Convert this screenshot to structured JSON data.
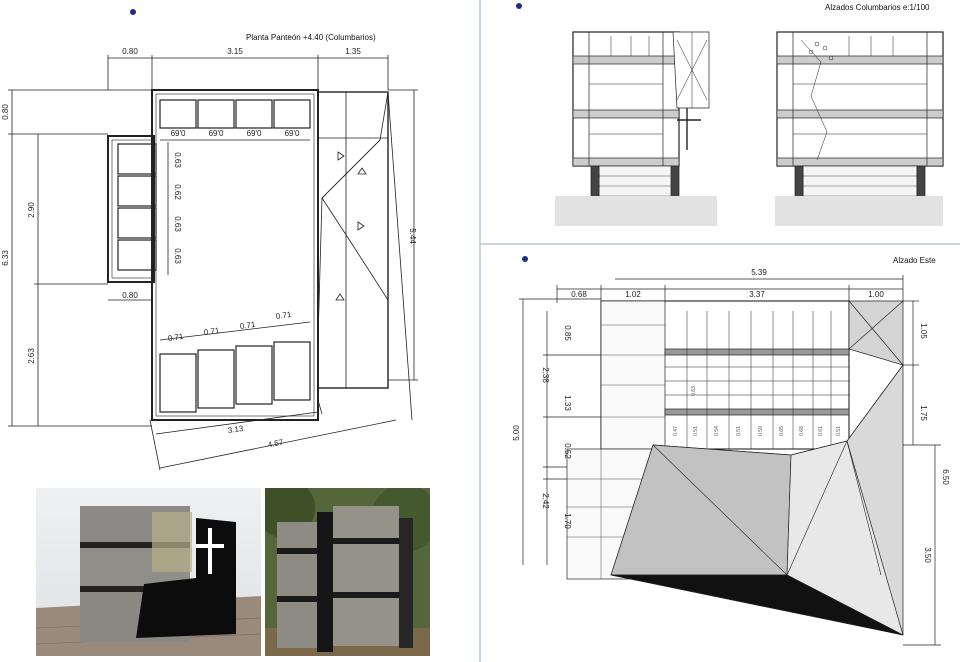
{
  "plan": {
    "title": "Planta Panteón +4.40 (Columbarios)",
    "top_dims": [
      "0.80",
      "3.15",
      "1.35"
    ],
    "left_dims": [
      "0.80",
      "2.90",
      "6.33",
      "2.63"
    ],
    "right_dim": "5.44",
    "mid_left": "0.80",
    "niche_top": [
      "69'0",
      "69'0",
      "69'0",
      "69'0"
    ],
    "niche_side": [
      "0.63",
      "0.62",
      "0.63",
      "0.63"
    ],
    "niche_bottom": [
      "0.71",
      "0.71",
      "0.71",
      "0.71"
    ],
    "bottom_dims": [
      "3.13",
      "4.57"
    ]
  },
  "elevations": {
    "title": "Alzados Columbarios e:1/100"
  },
  "east": {
    "title": "Alzado Este",
    "top_total": "5.39",
    "top_dims": [
      "0.68",
      "1.02",
      "3.37",
      "1.00"
    ],
    "left_total": "5.00",
    "left_dims": [
      "0.85",
      "2.38",
      "1.33",
      "0.52",
      "2.42",
      "1.70"
    ],
    "right_dims": [
      "1.05",
      "1.75",
      "6.50",
      "3.50"
    ],
    "niche_dims": [
      "0.47",
      "0.51",
      "0.54",
      "0.51",
      "0.59",
      "0.65",
      "0.68",
      "0.61",
      "0.51",
      "0.63"
    ]
  },
  "colors": {
    "divider": "#c8d6e4",
    "dot": "#1f2d8a",
    "line": "#222222"
  }
}
